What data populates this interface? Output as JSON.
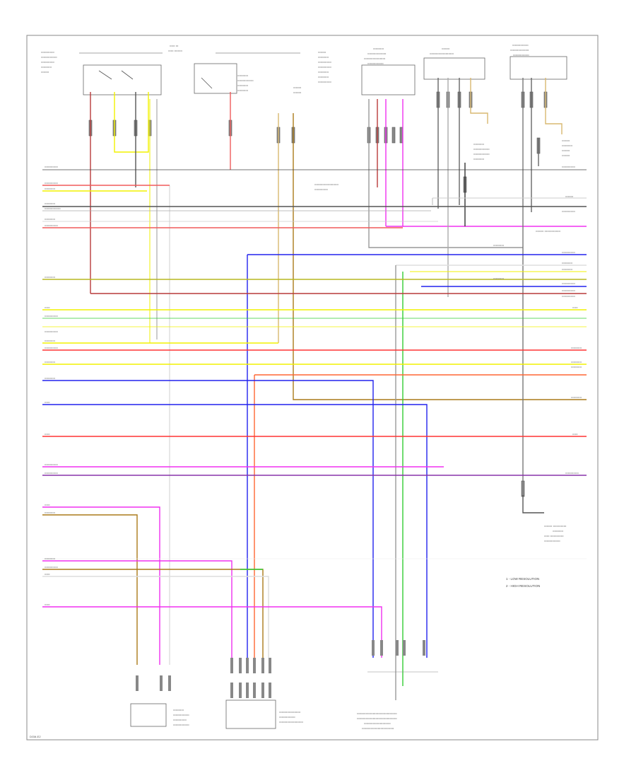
{
  "page_id": "DGM-E2",
  "legend": [
    "1 - LOW RESOLUTION",
    "2 - HIGH RESOLUTION"
  ],
  "colors": {
    "blk_wht": "#333333",
    "red_grn": "#f05a5a",
    "blu_yel": "#f2f200",
    "red_blk": "#b83a3a",
    "yel": "#f2f200",
    "grn": "#33cc33",
    "red": "#ff3333",
    "blu": "#2222ee",
    "pnk": "#f030f0",
    "gry": "#999999",
    "brn": "#aa7a1a",
    "org": "#ff8800",
    "vio": "#8833aa",
    "tan": "#d9b870",
    "wht": "#dddddd"
  }
}
